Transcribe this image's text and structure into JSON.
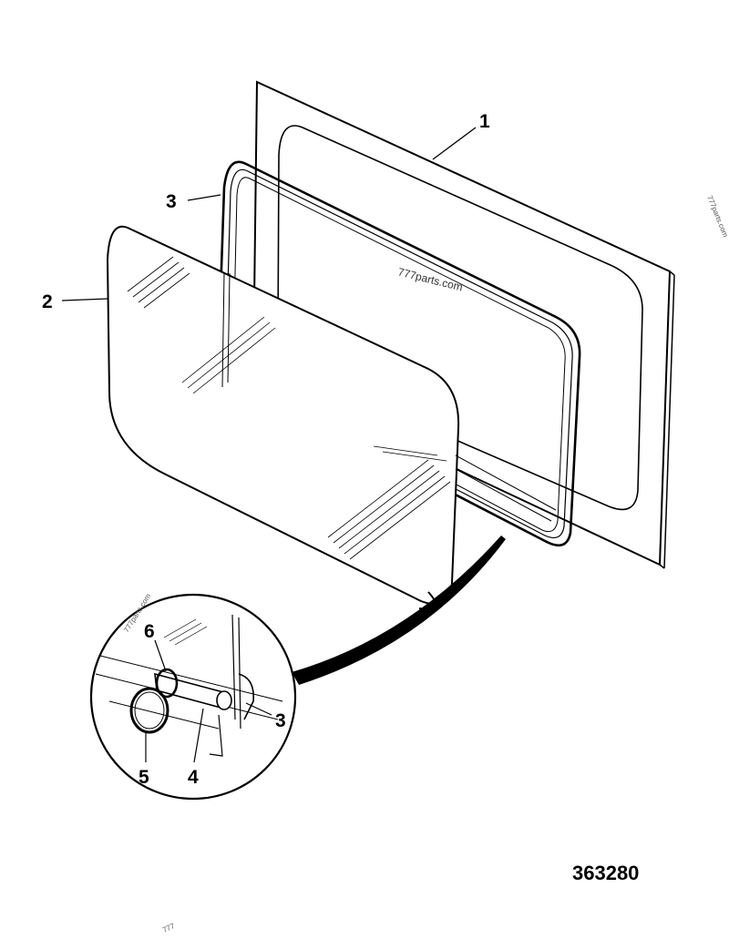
{
  "diagram": {
    "callouts": {
      "frame": "1",
      "glass": "2",
      "seal": "3",
      "detail_seal": "3",
      "detail_strip": "4",
      "detail_ring_large": "5",
      "detail_ring_small": "6"
    },
    "drawing_number": "363280",
    "watermarks": {
      "center": "777parts.com",
      "right_edge": "777parts.com",
      "detail": "777parts.com",
      "bottom": "777"
    },
    "colors": {
      "line": "#000000",
      "background": "#ffffff"
    }
  }
}
